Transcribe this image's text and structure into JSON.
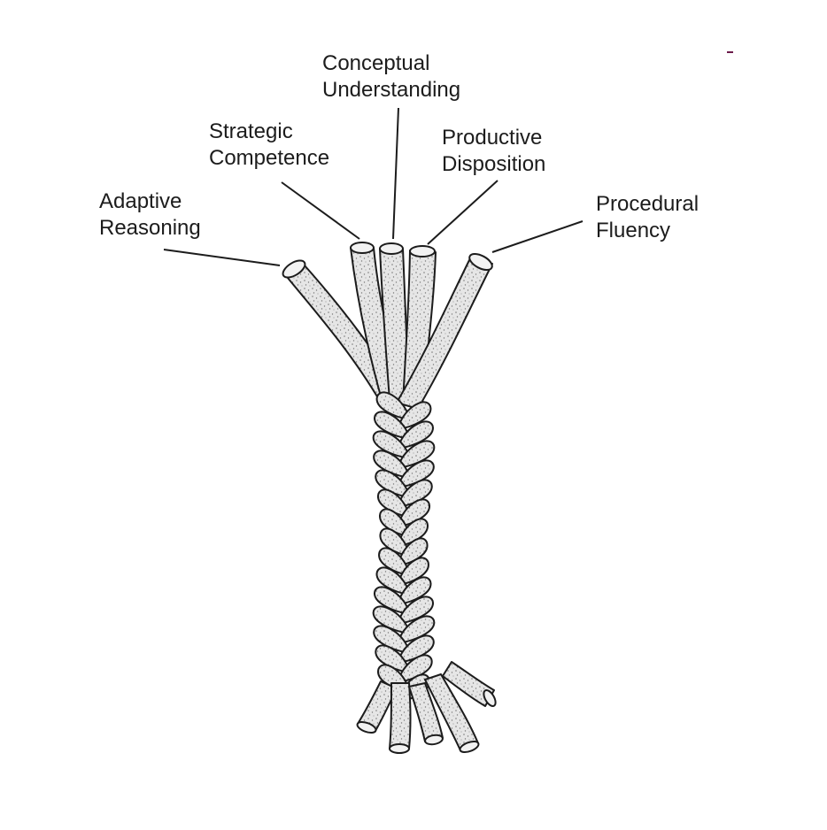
{
  "strands": [
    {
      "id": "conceptual",
      "lines": [
        "Conceptual",
        "Understanding"
      ]
    },
    {
      "id": "strategic",
      "lines": [
        "Strategic",
        "Competence"
      ]
    },
    {
      "id": "productive",
      "lines": [
        "Productive",
        "Disposition"
      ]
    },
    {
      "id": "adaptive",
      "lines": [
        "Adaptive",
        "Reasoning"
      ]
    },
    {
      "id": "procedural",
      "lines": [
        "Procedural",
        "Fluency"
      ]
    }
  ],
  "colors": {
    "ink": "#1c1c1c",
    "strand_fill": "#e6e6e6",
    "speckle": "#7a7a7a",
    "corner_mark": "#6b1b4a"
  }
}
